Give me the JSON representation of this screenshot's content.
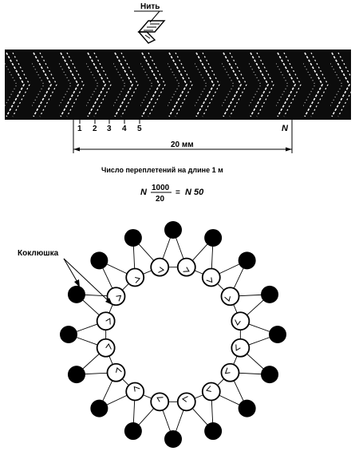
{
  "braid_section": {
    "thread_label": "Нить",
    "marks": [
      "1",
      "2",
      "3",
      "4",
      "5"
    ],
    "last_mark": "N",
    "dimension_label": "20 мм"
  },
  "formula": {
    "caption": "Число переплетений на длине 1 м",
    "lhs": "N",
    "numerator": "1000",
    "denominator": "20",
    "equals": "=",
    "rhs": "N 50"
  },
  "carrier_diagram": {
    "label": "Коклюшка",
    "outer_bobbin_count": 16,
    "inner_bobbin_count": 16
  }
}
